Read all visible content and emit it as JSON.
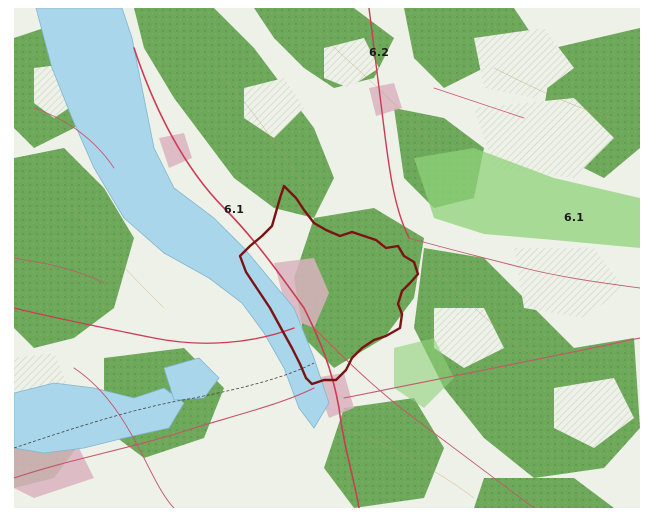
{
  "map": {
    "zone_labels": {
      "west_6_1": "6.1",
      "north_6_2": "6.2",
      "east_6_1": "6.1"
    },
    "colors": {
      "lake_water": "#a9d6ea",
      "forest": "#6ea85a",
      "forest_dark": "#4f8d42",
      "meadow": "#eef1e8",
      "protected_area": "#8fd17a",
      "boundary": "#7a1414",
      "road_major": "#cc3b56",
      "road_minor": "#c4566a",
      "urban": "#d9b3c0",
      "elevation_contour": "#b49d61"
    }
  }
}
